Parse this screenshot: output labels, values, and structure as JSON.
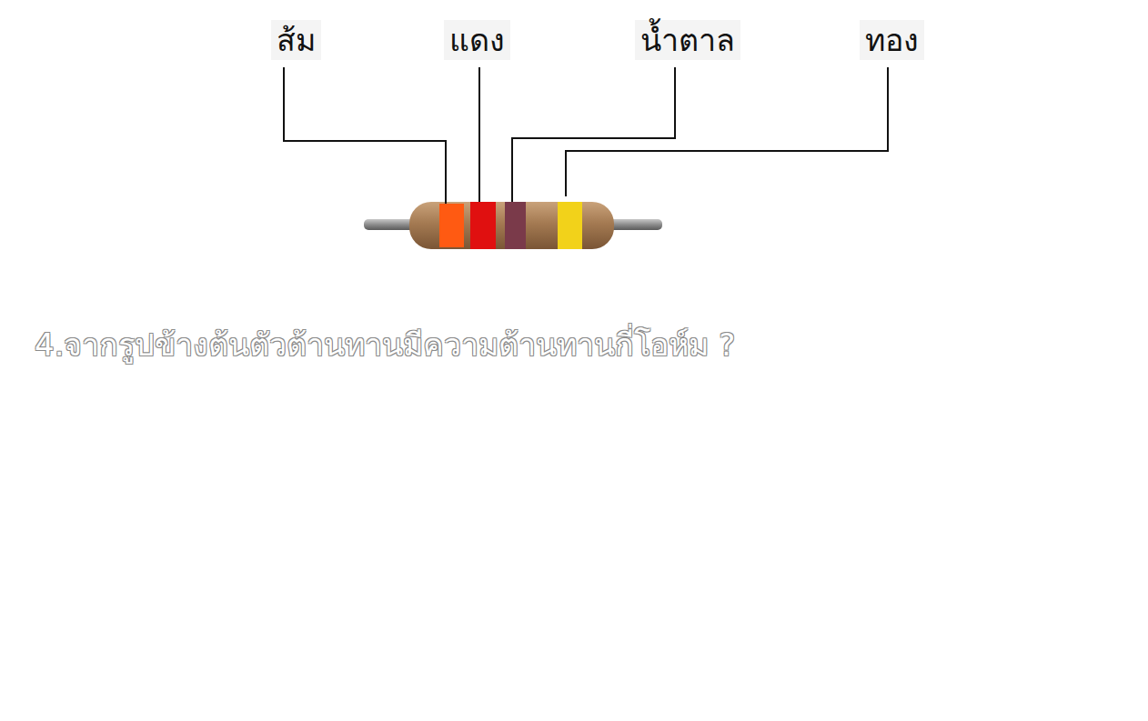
{
  "diagram": {
    "caption": "4.จากรูปข้างต้นตัวต้านทานมีความต้านทานกี่โอห์ม ?",
    "labels": [
      "ส้ม",
      "แดง",
      "น้ำตาล",
      "ทอง"
    ]
  }
}
